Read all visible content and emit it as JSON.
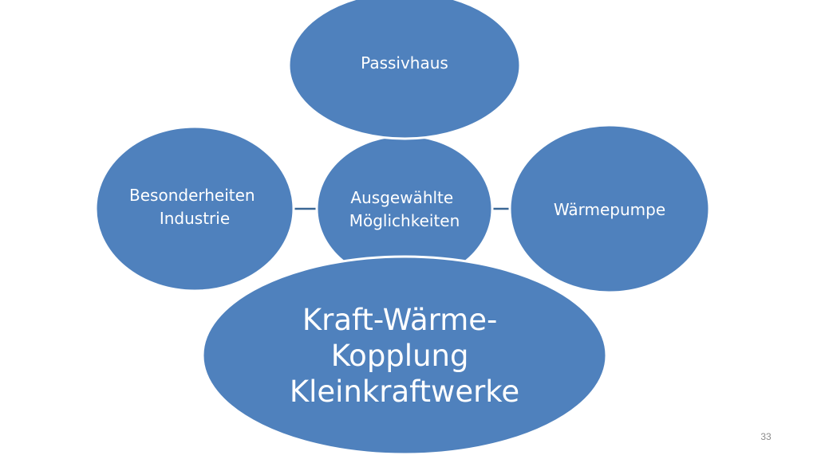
{
  "colors": {
    "node_fill": "#4f81bd",
    "node_stroke": "#ffffff",
    "connector": "#3a6795",
    "text": "#ffffff"
  },
  "center": {
    "lines": [
      "Ausgewählte",
      "Möglichkeiten"
    ]
  },
  "nodes": {
    "top": {
      "lines": [
        "Passivhaus"
      ]
    },
    "left": {
      "lines": [
        "Besonderheiten",
        "Industrie"
      ]
    },
    "right": {
      "lines": [
        "Wärmepumpe"
      ]
    },
    "bottom": {
      "lines": [
        "Kraft-Wärme-",
        "Kopplung",
        "Kleinkraftwerke"
      ]
    }
  },
  "footer": {
    "slide_number": "33"
  }
}
